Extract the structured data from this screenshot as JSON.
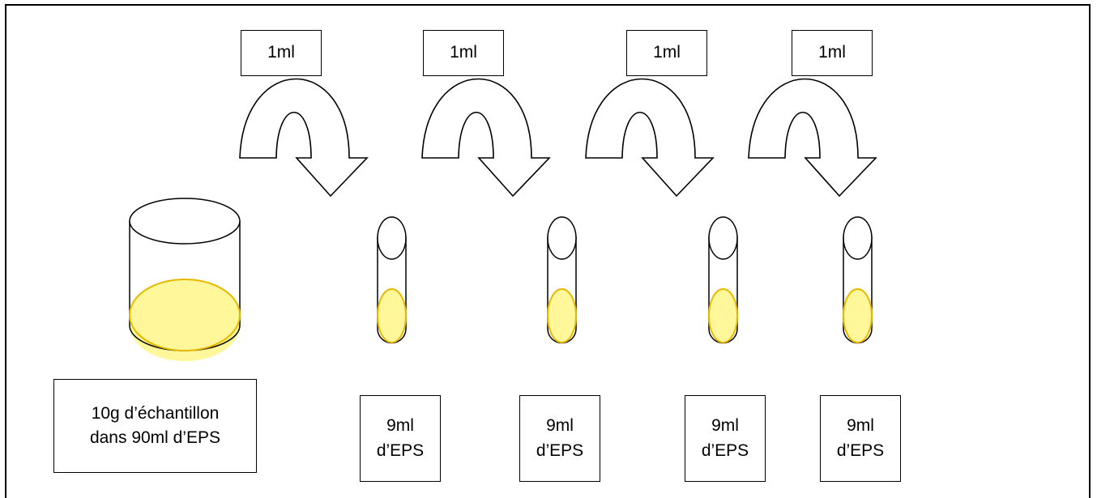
{
  "transfer_volumes": [
    "1ml",
    "1ml",
    "1ml",
    "1ml"
  ],
  "tube_contents": [
    "9ml\nd’EPS",
    "9ml\nd’EPS",
    "9ml\nd’EPS",
    "9ml\nd’EPS"
  ],
  "sample_label": "10g d’échantillon\ndans 90ml d’EPS",
  "colors": {
    "liquid_fill": "#fff799",
    "liquid_stroke": "#e8b800",
    "outline": "#000000"
  }
}
